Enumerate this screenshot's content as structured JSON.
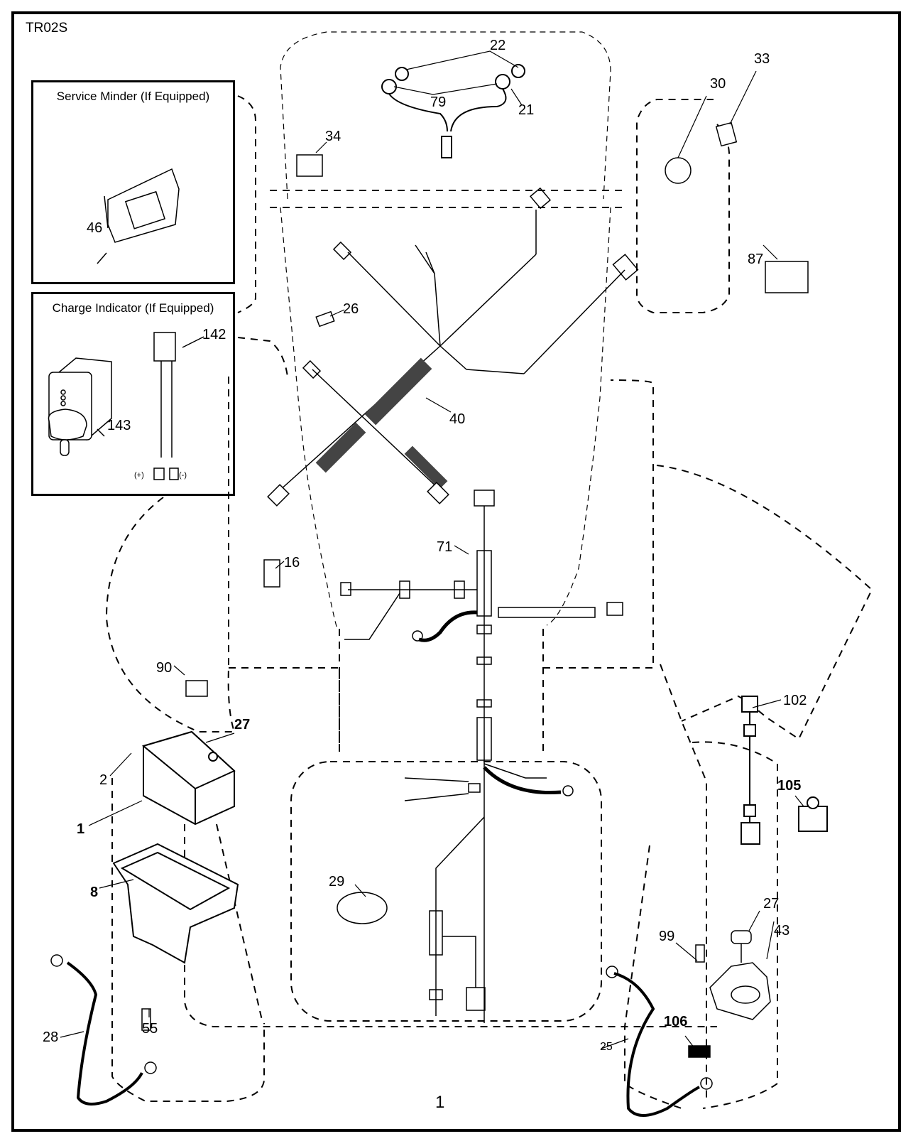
{
  "drawing": {
    "id": "TR02S",
    "page_number": "1",
    "title": "Electrical parts diagram"
  },
  "panels": {
    "service_minder": {
      "title": "Service Minder (If Equipped)",
      "parts": [
        "46"
      ]
    },
    "charge_indicator": {
      "title": "Charge Indicator (If Equipped)",
      "parts": [
        "143",
        "142"
      ],
      "terminal_plus": "(+)",
      "terminal_minus": "(-)"
    }
  },
  "callouts": [
    {
      "id": "c22",
      "text": "22",
      "part": "headlight-bulb"
    },
    {
      "id": "c79",
      "text": "79",
      "part": "headlight-socket"
    },
    {
      "id": "c21",
      "text": "21",
      "part": "headlight-harness"
    },
    {
      "id": "c34",
      "text": "34",
      "part": "switch"
    },
    {
      "id": "c30",
      "text": "30",
      "part": "ignition-switch"
    },
    {
      "id": "c33",
      "text": "33",
      "part": "key"
    },
    {
      "id": "c87",
      "text": "87",
      "part": "relay-switch"
    },
    {
      "id": "c26",
      "text": "26",
      "part": "fuse"
    },
    {
      "id": "c40",
      "text": "40",
      "part": "main-harness"
    },
    {
      "id": "c71",
      "text": "71",
      "part": "harness"
    },
    {
      "id": "c16",
      "text": "16",
      "part": "connector"
    },
    {
      "id": "c90",
      "text": "90",
      "part": "boot"
    },
    {
      "id": "c27a",
      "text": "27",
      "part": "nut",
      "bold": true
    },
    {
      "id": "c2",
      "text": "2",
      "part": "bolt"
    },
    {
      "id": "c1",
      "text": "1",
      "part": "battery",
      "bold": true
    },
    {
      "id": "c8",
      "text": "8",
      "part": "battery-box",
      "bold": true
    },
    {
      "id": "c28",
      "text": "28",
      "part": "cable"
    },
    {
      "id": "c55",
      "text": "55",
      "part": "screw"
    },
    {
      "id": "c29",
      "text": "29",
      "part": "horn-button"
    },
    {
      "id": "c102",
      "text": "102",
      "part": "connector"
    },
    {
      "id": "c105",
      "text": "105",
      "part": "solenoid",
      "bold": true
    },
    {
      "id": "c27b",
      "text": "27",
      "part": "nut"
    },
    {
      "id": "c43",
      "text": "43",
      "part": "solenoid"
    },
    {
      "id": "c99",
      "text": "99",
      "part": "bolt"
    },
    {
      "id": "c106",
      "text": "106",
      "part": "clip",
      "bold": true
    },
    {
      "id": "c25",
      "text": "25",
      "part": "cable"
    }
  ]
}
